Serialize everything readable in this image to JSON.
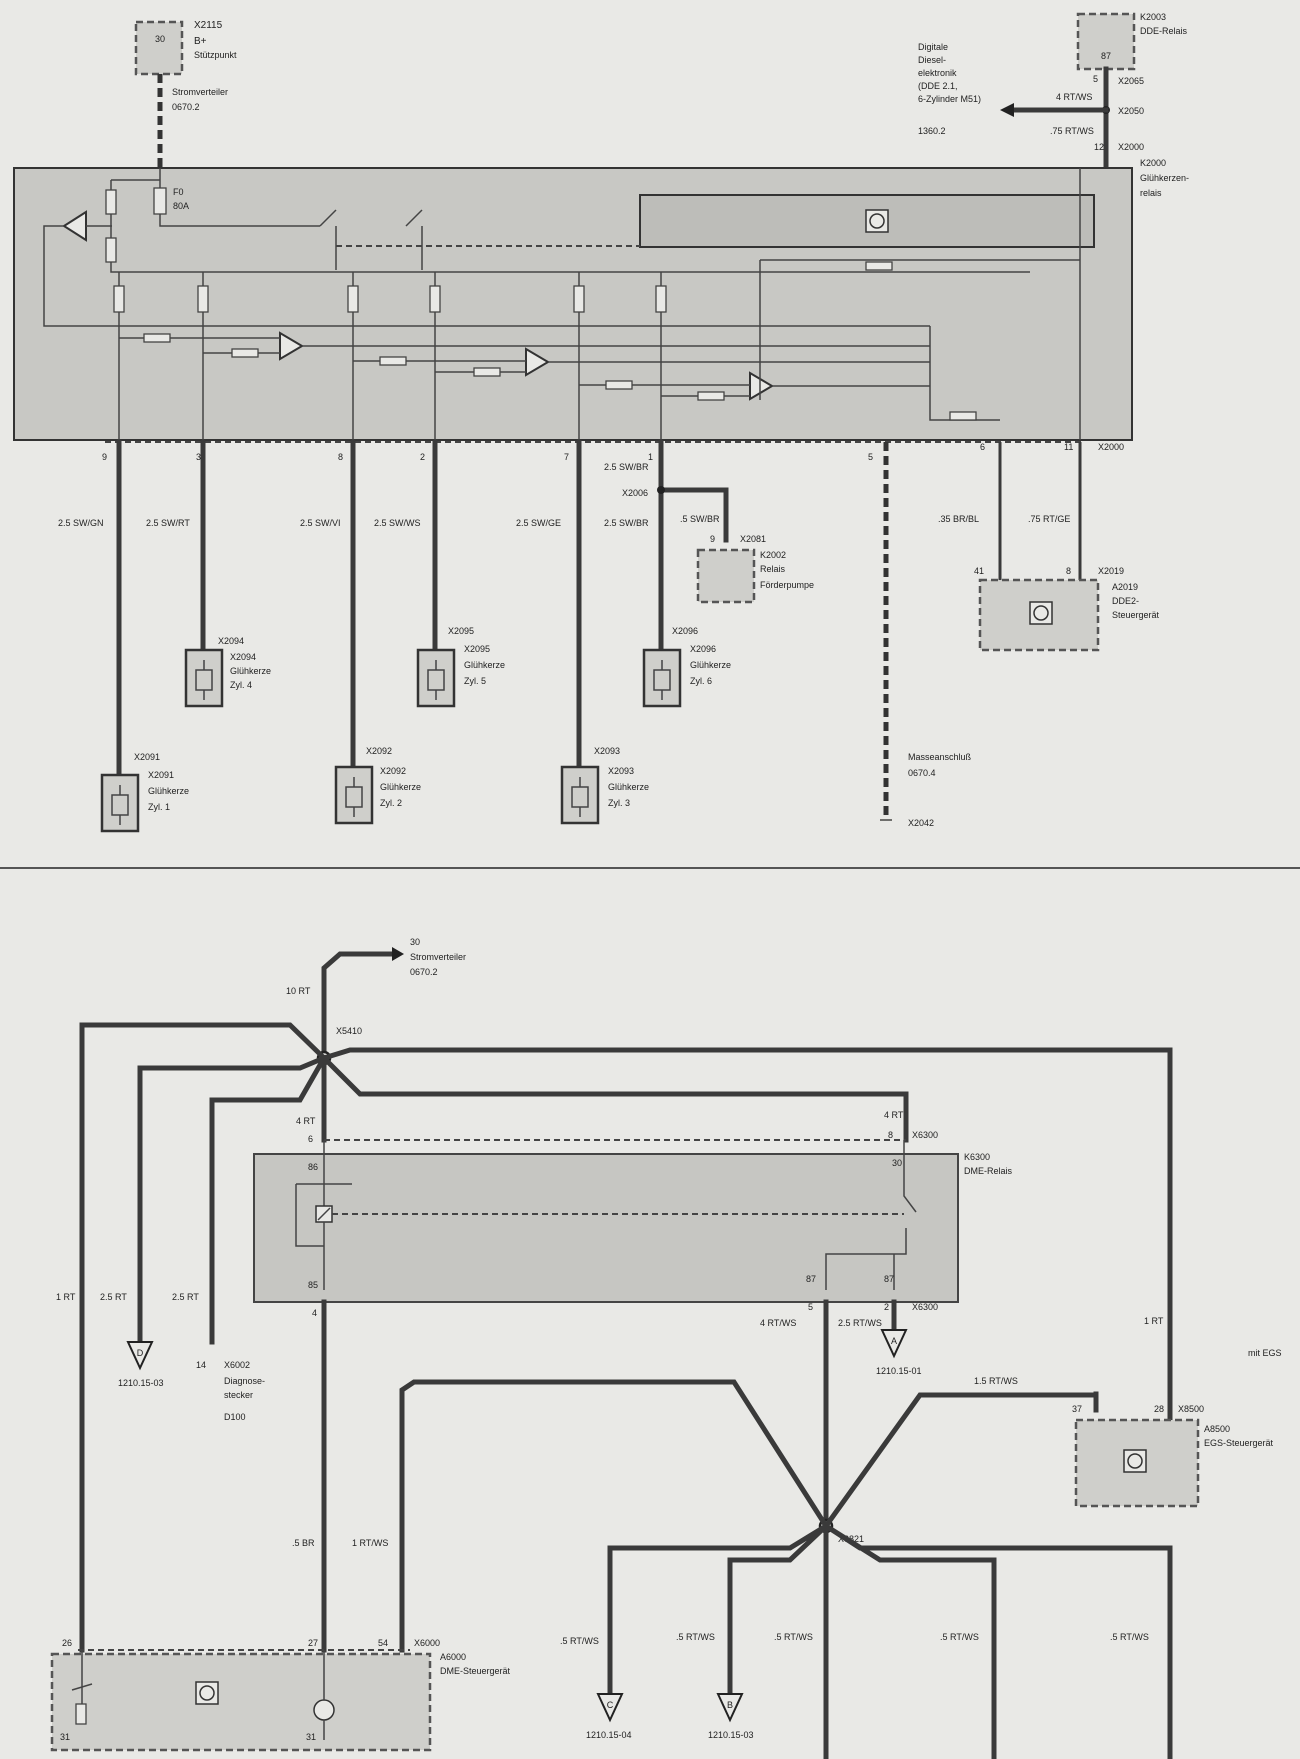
{
  "top": {
    "x2115": {
      "id": "X2115",
      "pin": "30",
      "text": "B+",
      "text2": "Stützpunkt",
      "label": "Stromverteiler",
      "ref": "0670.2"
    },
    "fuse": {
      "id": "F0",
      "rating": "80A"
    },
    "k2003": {
      "id": "K2003",
      "name": "DDE-Relais",
      "pin": "87"
    },
    "dde": {
      "line1": "Digitale",
      "line2": "Diesel-",
      "line3": "elektronik",
      "line4": "(DDE 2.1,",
      "line5": "6-Zylinder M51)",
      "ref": "1360.2"
    },
    "x2065": {
      "id": "X2065",
      "pin": "5"
    },
    "x2050": {
      "id": "X2050",
      "wire": "4 RT/WS"
    },
    "x2000top": {
      "id": "X2000",
      "wire": ".75 RT/WS",
      "pin": "12"
    },
    "k2000": {
      "id": "K2000",
      "name1": "Glühkerzen-",
      "name2": "relais"
    },
    "x2000": {
      "id": "X2000",
      "pins": [
        "9",
        "3",
        "8",
        "2",
        "7",
        "1",
        "5",
        "6",
        "11"
      ]
    },
    "wires": [
      "2.5 SW/GN",
      "2.5 SW/RT",
      "2.5 SW/VI",
      "2.5 SW/WS",
      "2.5 SW/GE",
      "2.5 SW/BR",
      "2.5 SW/BR",
      ".5 SW/BR",
      ".35 BR/BL",
      ".75 RT/GE"
    ],
    "x2006": {
      "id": "X2006"
    },
    "x2081": {
      "id": "X2081",
      "pin": "9"
    },
    "k2002": {
      "id": "K2002",
      "name1": "Relais",
      "name2": "Förderpumpe"
    },
    "x2019": {
      "id": "X2019",
      "pin41": "41",
      "pin8": "8"
    },
    "a2019": {
      "id": "A2019",
      "name1": "DDE2-",
      "name2": "Steuergerät"
    },
    "glow": [
      {
        "conn": "X2094",
        "id": "X2094",
        "name": "Glühkerze",
        "cyl": "Zyl. 4"
      },
      {
        "conn": "X2095",
        "id": "X2095",
        "name": "Glühkerze",
        "cyl": "Zyl. 5"
      },
      {
        "conn": "X2096",
        "id": "X2096",
        "name": "Glühkerze",
        "cyl": "Zyl. 6"
      },
      {
        "conn": "X2091",
        "id": "X2091",
        "name": "Glühkerze",
        "cyl": "Zyl. 1"
      },
      {
        "conn": "X2092",
        "id": "X2092",
        "name": "Glühkerze",
        "cyl": "Zyl. 2"
      },
      {
        "conn": "X2093",
        "id": "X2093",
        "name": "Glühkerze",
        "cyl": "Zyl. 3"
      }
    ],
    "ground": {
      "label": "Masseanschluß",
      "ref": "0670.4",
      "id": "X2042"
    }
  },
  "bottom": {
    "power": {
      "pin": "30",
      "label": "Stromverteiler",
      "ref": "0670.2",
      "wire": "10 RT"
    },
    "x5410": {
      "id": "X5410"
    },
    "wires_left": [
      "1 RT",
      "2.5 RT",
      "2.5 RT"
    ],
    "d_ref": {
      "letter": "D",
      "ref": "1210.15-03"
    },
    "x6002": {
      "pin": "14",
      "id": "X6002",
      "line1": "Diagnose-",
      "line2": "stecker",
      "line3": "D100"
    },
    "k6300": {
      "id": "K6300",
      "name": "DME-Relais",
      "wire_left": "4 RT",
      "wire_right": "4 RT",
      "pin6": "6",
      "pin8": "8",
      "conn": "X6300",
      "pin86": "86",
      "pin30": "30",
      "pin85": "85",
      "pin87a": "87",
      "pin87b": "87",
      "pin4": "4",
      "pin5": "5",
      "pin2": "2",
      "conn2": "X6300"
    },
    "wire_4rtws": "4 RT/WS",
    "wire_25rtws": "2.5 RT/WS",
    "a_ref": {
      "letter": "A",
      "ref": "1210.15-01"
    },
    "egs": {
      "wire": "1 RT",
      "note": "mit EGS",
      "wire2": "1.5 RT/WS",
      "pin37": "37",
      "pin28": "28",
      "conn": "X8500",
      "id": "A8500",
      "name": "EGS-Steuergerät"
    },
    "x6821": {
      "id": "X6821"
    },
    "wires_low": [
      ".5 BR",
      "1 RT/WS"
    ],
    "dme": {
      "pin26": "26",
      "pin27": "27",
      "pin54": "54",
      "conn": "X6000",
      "id": "A6000",
      "name": "DME-Steuergerät",
      "g1": "31",
      "g2": "31"
    },
    "branch_wires": [
      ".5 RT/WS",
      ".5 RT/WS",
      ".5 RT/WS",
      ".5 RT/WS",
      ".5 RT/WS"
    ],
    "c_ref": {
      "letter": "C",
      "ref": "1210.15-04"
    },
    "b_ref": {
      "letter": "B",
      "ref": "1210.15-03"
    }
  }
}
